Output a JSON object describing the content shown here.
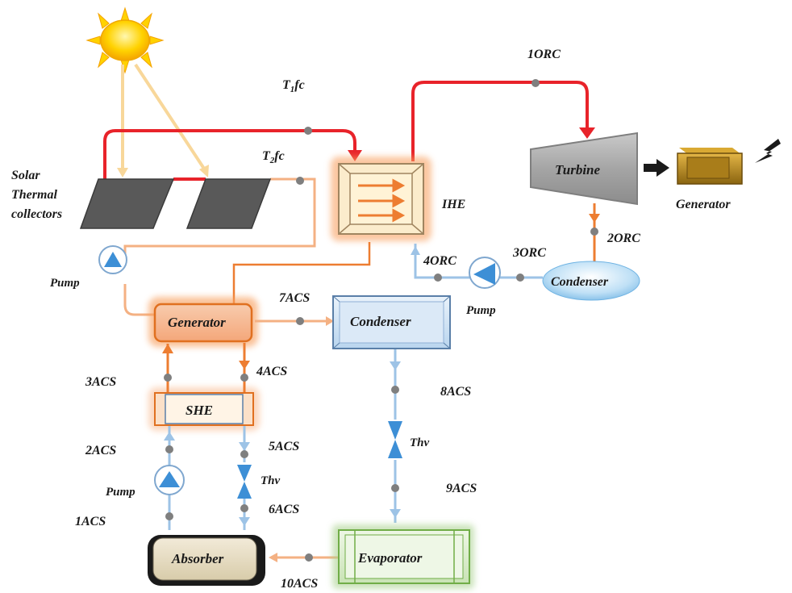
{
  "components": {
    "solar_collectors": "Solar\nThermal\ncollectors",
    "ihe": "IHE",
    "turbine": "Turbine",
    "generator_elec": "Generator",
    "orc_condenser": "Condenser",
    "orc_pump": "Pump",
    "solar_pump": "Pump",
    "acs_generator": "Generator",
    "acs_condenser": "Condenser",
    "she": "SHE",
    "acs_pump": "Pump",
    "thv_left": "Thv",
    "thv_right": "Thv",
    "absorber": "Absorber",
    "evaporator": "Evaporator"
  },
  "states": {
    "t1fc_base": "T",
    "t1fc_sub": "1",
    "t1fc_rest": "fc",
    "t2fc_base": "T",
    "t2fc_sub": "2",
    "t2fc_rest": "fc",
    "orc1": "1ORC",
    "orc2": "2ORC",
    "orc3": "3ORC",
    "orc4": "4ORC",
    "acs1": "1ACS",
    "acs2": "2ACS",
    "acs3": "3ACS",
    "acs4": "4ACS",
    "acs5": "5ACS",
    "acs6": "6ACS",
    "acs7": "7ACS",
    "acs8": "8ACS",
    "acs9": "9ACS",
    "acs10": "10ACS"
  },
  "colors": {
    "hot_loop": "#e8232a",
    "solar_return": "#f4b183",
    "orc_line": "#ed7d31",
    "acs_line": "#9dc3e6",
    "node": "#7f7f7f",
    "sun": "#ffd700"
  }
}
